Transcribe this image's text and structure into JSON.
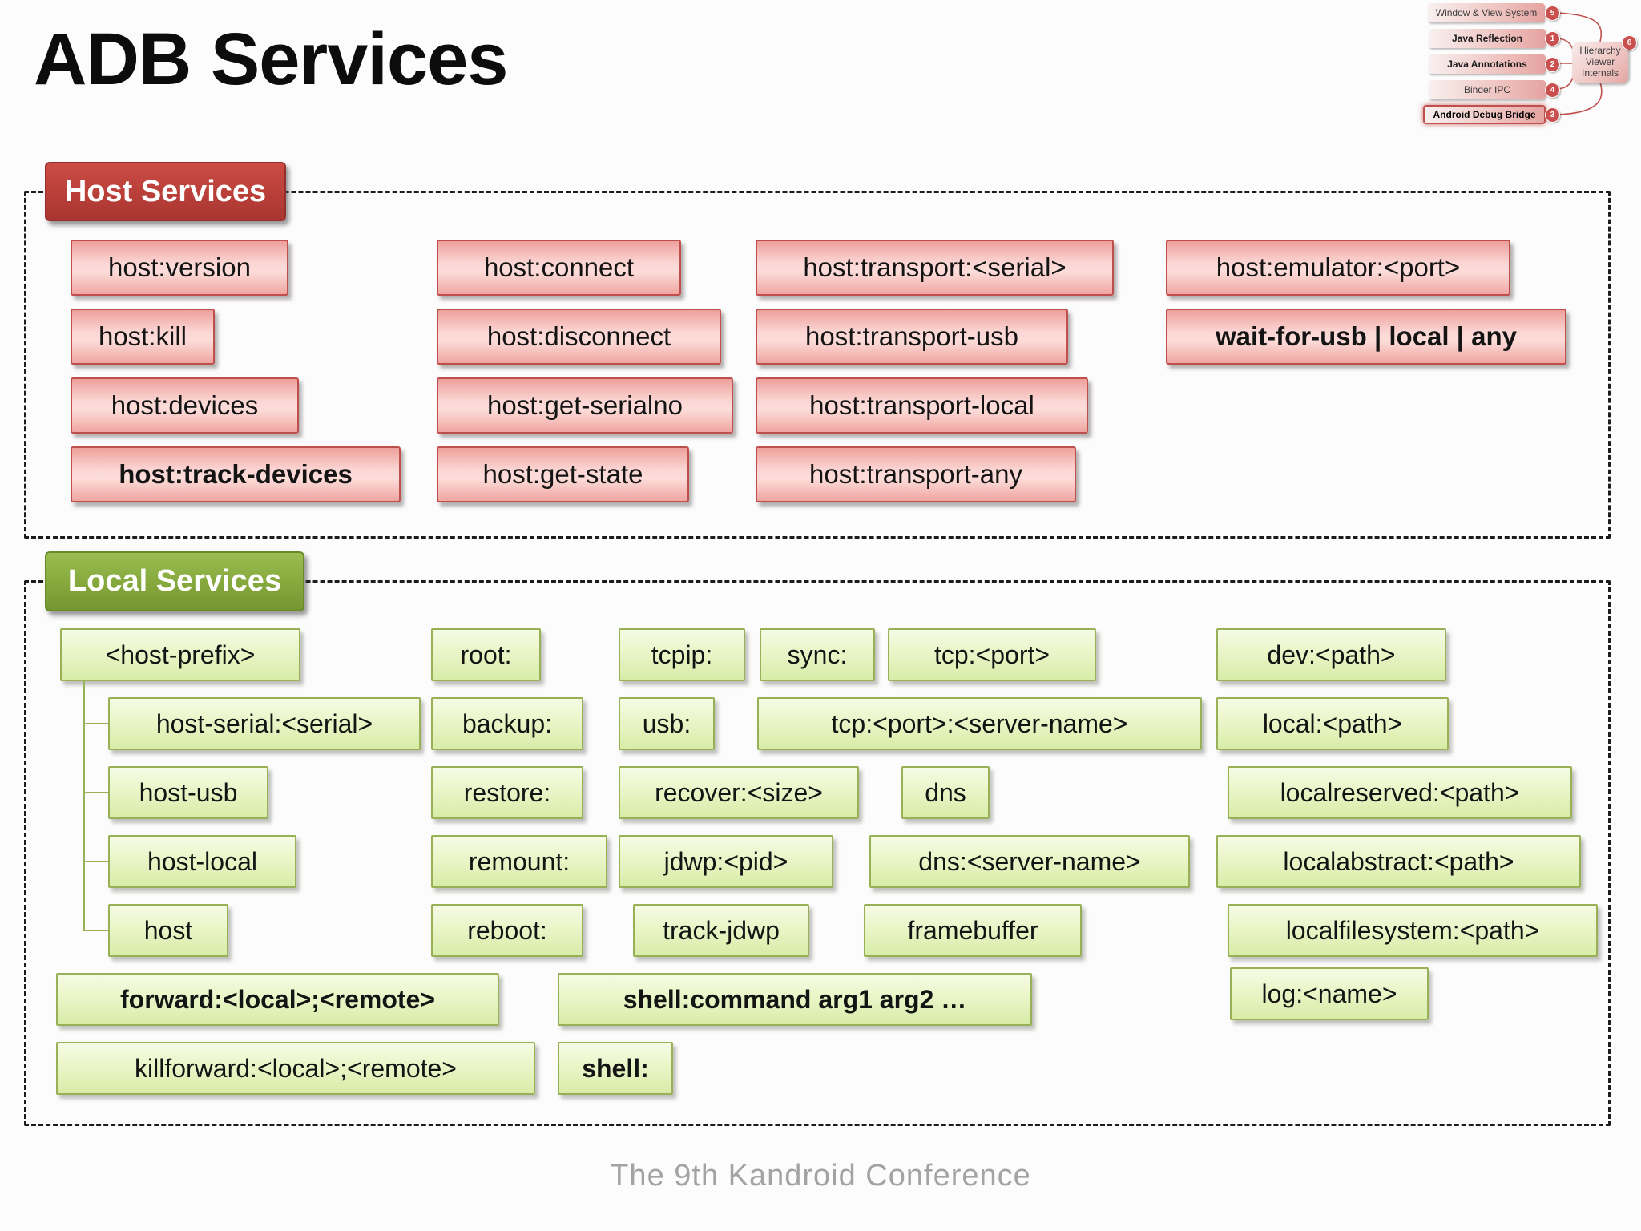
{
  "title": "ADB Services",
  "footer": "The 9th Kandroid Conference",
  "colors": {
    "host_accent": "#c0504d",
    "host_box_fill_light": "#fcdcd9",
    "host_box_border": "#bf4f4c",
    "local_accent": "#9bbb59",
    "local_box_fill_light": "#f6fbe5",
    "local_box_border": "#99b156"
  },
  "host_services": {
    "badge": "Host Services",
    "items": [
      "host:version",
      "host:kill",
      "host:devices",
      "host:track-devices",
      "host:connect",
      "host:disconnect",
      "host:get-serialno",
      "host:get-state",
      "host:transport:<serial>",
      "host:transport-usb",
      "host:transport-local",
      "host:transport-any",
      "host:emulator:<port>",
      "wait-for-usb | local | any"
    ]
  },
  "local_services": {
    "badge": "Local Services",
    "items": [
      "<host-prefix>",
      "host-serial:<serial>",
      "host-usb",
      "host-local",
      "host",
      "root:",
      "backup:",
      "restore:",
      "remount:",
      "reboot:",
      "tcpip:",
      "usb:",
      "recover:<size>",
      "jdwp:<pid>",
      "track-jdwp",
      "sync:",
      "tcp:<port>",
      "tcp:<port>:<server-name>",
      "dns",
      "dns:<server-name>",
      "framebuffer",
      "dev:<path>",
      "local:<path>",
      "localreserved:<path>",
      "localabstract:<path>",
      "localfilesystem:<path>",
      "log:<name>",
      "forward:<local>;<remote>",
      "killforward:<local>;<remote>",
      "shell:command arg1 arg2 …",
      "shell:"
    ]
  },
  "mini_diagram": {
    "layers": [
      {
        "label": "Window & View System",
        "num": "5"
      },
      {
        "label": "Java Reflection",
        "num": "1"
      },
      {
        "label": "Java Annotations",
        "num": "2"
      },
      {
        "label": "Binder IPC",
        "num": "4"
      },
      {
        "label": "Android Debug Bridge",
        "num": "3"
      }
    ],
    "internals": {
      "label": "Hierarchy Viewer Internals",
      "num": "6"
    }
  }
}
